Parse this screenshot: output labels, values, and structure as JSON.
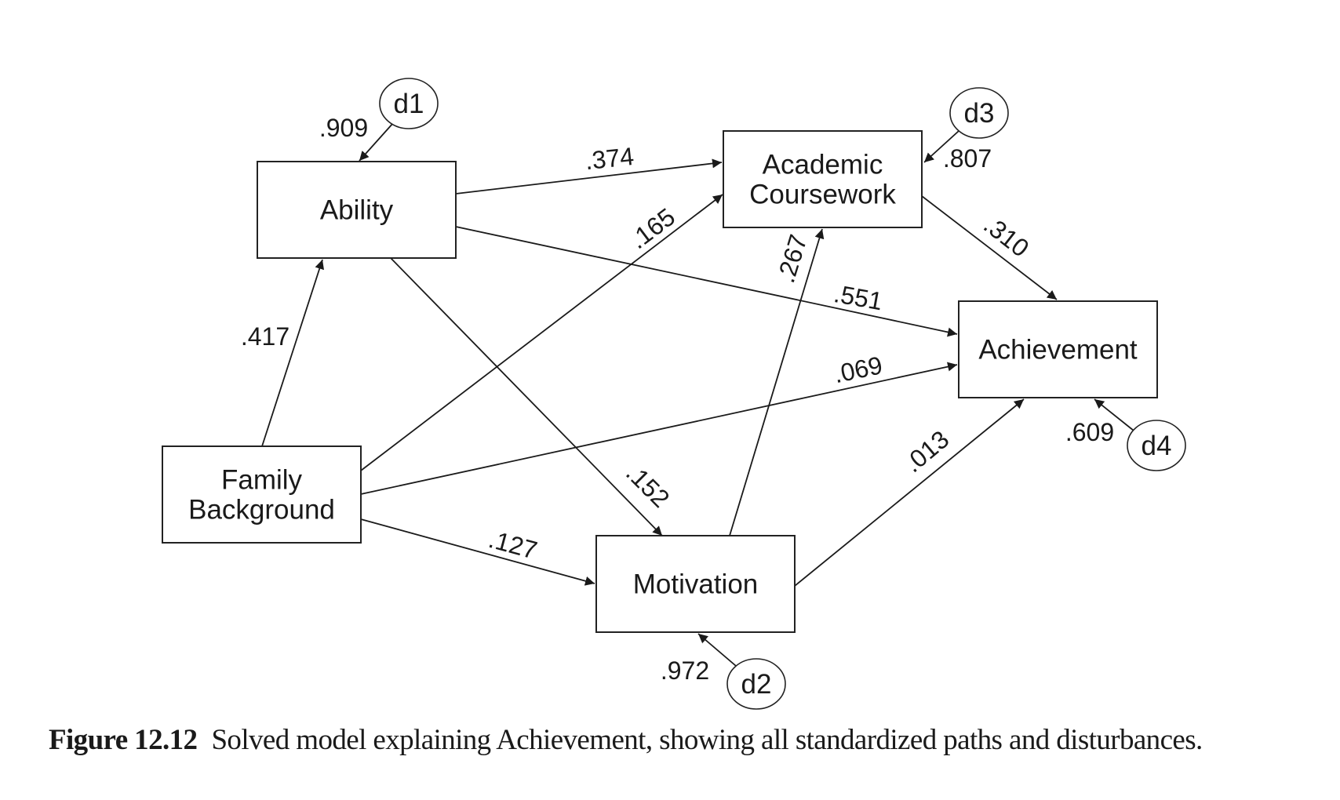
{
  "figure": {
    "label": "Figure 12.12",
    "caption": "Solved model explaining Achievement, showing all standardized paths and disturbances."
  },
  "nodes": [
    {
      "id": "ability",
      "lines": [
        "Ability"
      ]
    },
    {
      "id": "coursework",
      "lines": [
        "Academic",
        "Coursework"
      ]
    },
    {
      "id": "achievement",
      "lines": [
        "Achievement"
      ]
    },
    {
      "id": "family",
      "lines": [
        "Family",
        "Background"
      ]
    },
    {
      "id": "motivation",
      "lines": [
        "Motivation"
      ]
    }
  ],
  "disturbances": [
    {
      "id": "d1",
      "label": "d1",
      "target": "ability",
      "value": ".909"
    },
    {
      "id": "d2",
      "label": "d2",
      "target": "motivation",
      "value": ".972"
    },
    {
      "id": "d3",
      "label": "d3",
      "target": "coursework",
      "value": ".807"
    },
    {
      "id": "d4",
      "label": "d4",
      "target": "achievement",
      "value": ".609"
    }
  ],
  "paths": [
    {
      "from": "family",
      "to": "ability",
      "value": ".417"
    },
    {
      "from": "ability",
      "to": "coursework",
      "value": ".374"
    },
    {
      "from": "ability",
      "to": "achievement",
      "value": ".551"
    },
    {
      "from": "ability",
      "to": "motivation",
      "value": ".152"
    },
    {
      "from": "family",
      "to": "coursework",
      "value": ".165"
    },
    {
      "from": "family",
      "to": "achievement",
      "value": ".069"
    },
    {
      "from": "family",
      "to": "motivation",
      "value": ".127"
    },
    {
      "from": "motivation",
      "to": "coursework",
      "value": ".267"
    },
    {
      "from": "motivation",
      "to": "achievement",
      "value": ".013"
    },
    {
      "from": "coursework",
      "to": "achievement",
      "value": ".310"
    }
  ]
}
